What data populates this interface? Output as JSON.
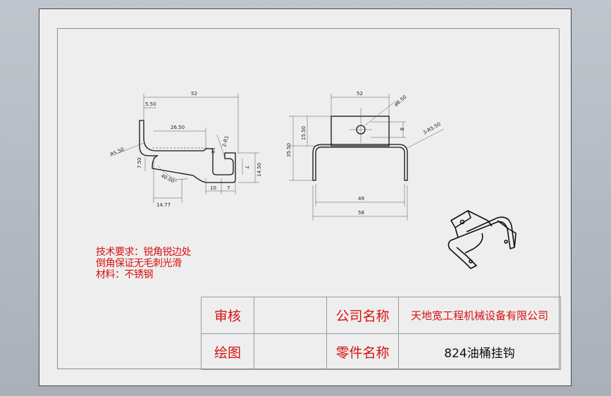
{
  "drawing": {
    "front_view": {
      "dims": {
        "overall_width": "52",
        "top_flange": "5.50",
        "inner_span": "26.50",
        "bend_radius": "R5.50",
        "left_height": "7.50",
        "angle": "40.00°",
        "bottom_offset": "14.77",
        "slot_width": "10",
        "tab_width": "7",
        "hook_radius": "2-R1",
        "slot_depth": "10",
        "hook_height": "7",
        "right_height": "14.50"
      }
    },
    "side_view": {
      "dims": {
        "top_width": "52",
        "hole_diameter": "ø6.50",
        "hole_offset": "8",
        "bend_radius": "3-R5.50",
        "top_height": "15.50",
        "total_height": "35.50",
        "inner_width": "49",
        "overall_width": "58"
      }
    }
  },
  "notes": {
    "line1": "技术要求：锐角锐边处",
    "line2": "倒角保证无毛刺光滑",
    "line3": "材料：不锈钢"
  },
  "title_block": {
    "review_label": "审核",
    "review_value": "",
    "company_label": "公司名称",
    "company_value": "天地宽工程机械设备有限公司",
    "drawn_label": "绘图",
    "drawn_value": "",
    "part_label": "零件名称",
    "part_value": "824油桶挂钩"
  }
}
